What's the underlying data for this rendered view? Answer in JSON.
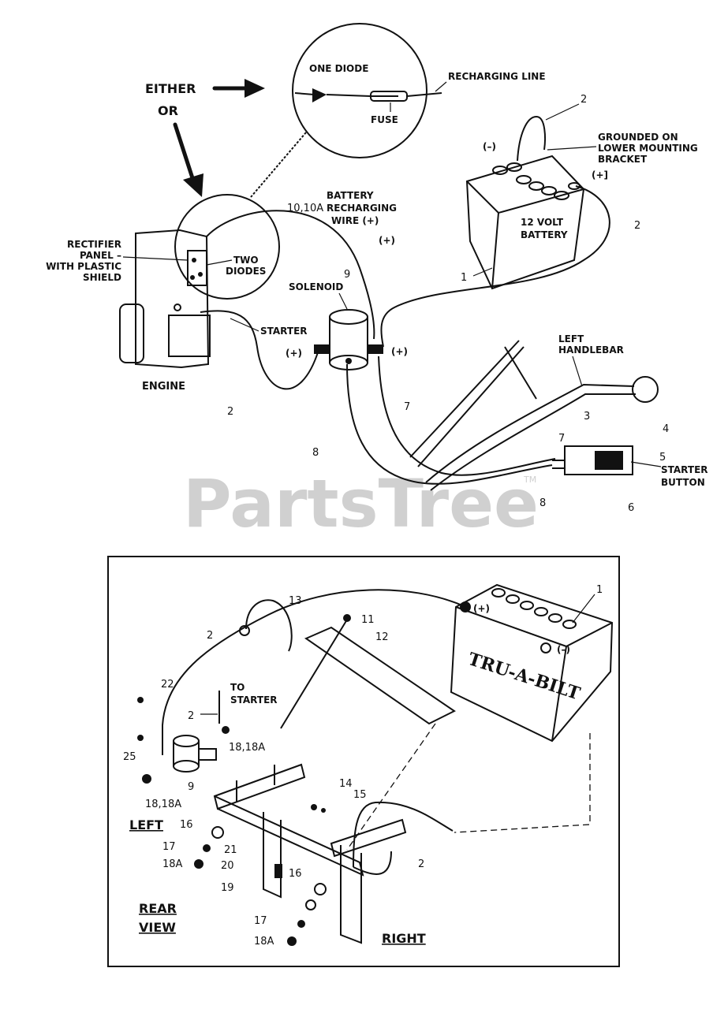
{
  "top": {
    "either": "EITHER",
    "or": "OR",
    "one_diode": "ONE DIODE",
    "recharging_line": "RECHARGING LINE",
    "fuse": "FUSE",
    "grounded_1": "GROUNDED ON",
    "grounded_2": "LOWER MOUNTING",
    "grounded_3": "BRACKET",
    "neg": "(–)",
    "pos": "(+)",
    "pos_close": "(+]",
    "battery_1": "12 VOLT",
    "battery_2": "BATTERY",
    "charge_num": "10,10A",
    "charge_1": "BATTERY",
    "charge_2": "RECHARGING",
    "charge_3": "WIRE (+)",
    "rect_1": "RECTIFIER",
    "rect_2": "PANEL –",
    "rect_3": "WITH PLASTIC",
    "rect_4": "SHIELD",
    "two_diodes_1": "TWO",
    "two_diodes_2": "DIODES",
    "solenoid": "SOLENOID",
    "starter": "STARTER",
    "engine": "ENGINE",
    "left_handlebar_1": "LEFT",
    "left_handlebar_2": "HANDLEBAR",
    "starter_button_1": "STARTER",
    "starter_button_2": "BUTTON",
    "n1": "1",
    "n2": "2",
    "n3": "3",
    "n4": "4",
    "n5": "5",
    "n6": "6",
    "n7": "7",
    "n8": "8",
    "n9": "9"
  },
  "watermark": {
    "text": "PartsTree",
    "tm": "TM"
  },
  "bottom": {
    "n1": "1",
    "n2": "2",
    "n9": "9",
    "n11": "11",
    "n12": "12",
    "n13": "13",
    "n14": "14",
    "n15": "15",
    "n16": "16",
    "n17": "17",
    "n18a": "18A",
    "n18_18a": "18,18A",
    "n19": "19",
    "n20": "20",
    "n21": "21",
    "n22": "22",
    "n25": "25",
    "to_starter_1": "TO",
    "to_starter_2": "STARTER",
    "pos": "(+)",
    "neg": "(–)",
    "left": "LEFT",
    "right": "RIGHT",
    "rear": "REAR",
    "view": "VIEW",
    "brand": "TRU-A-BILT"
  }
}
